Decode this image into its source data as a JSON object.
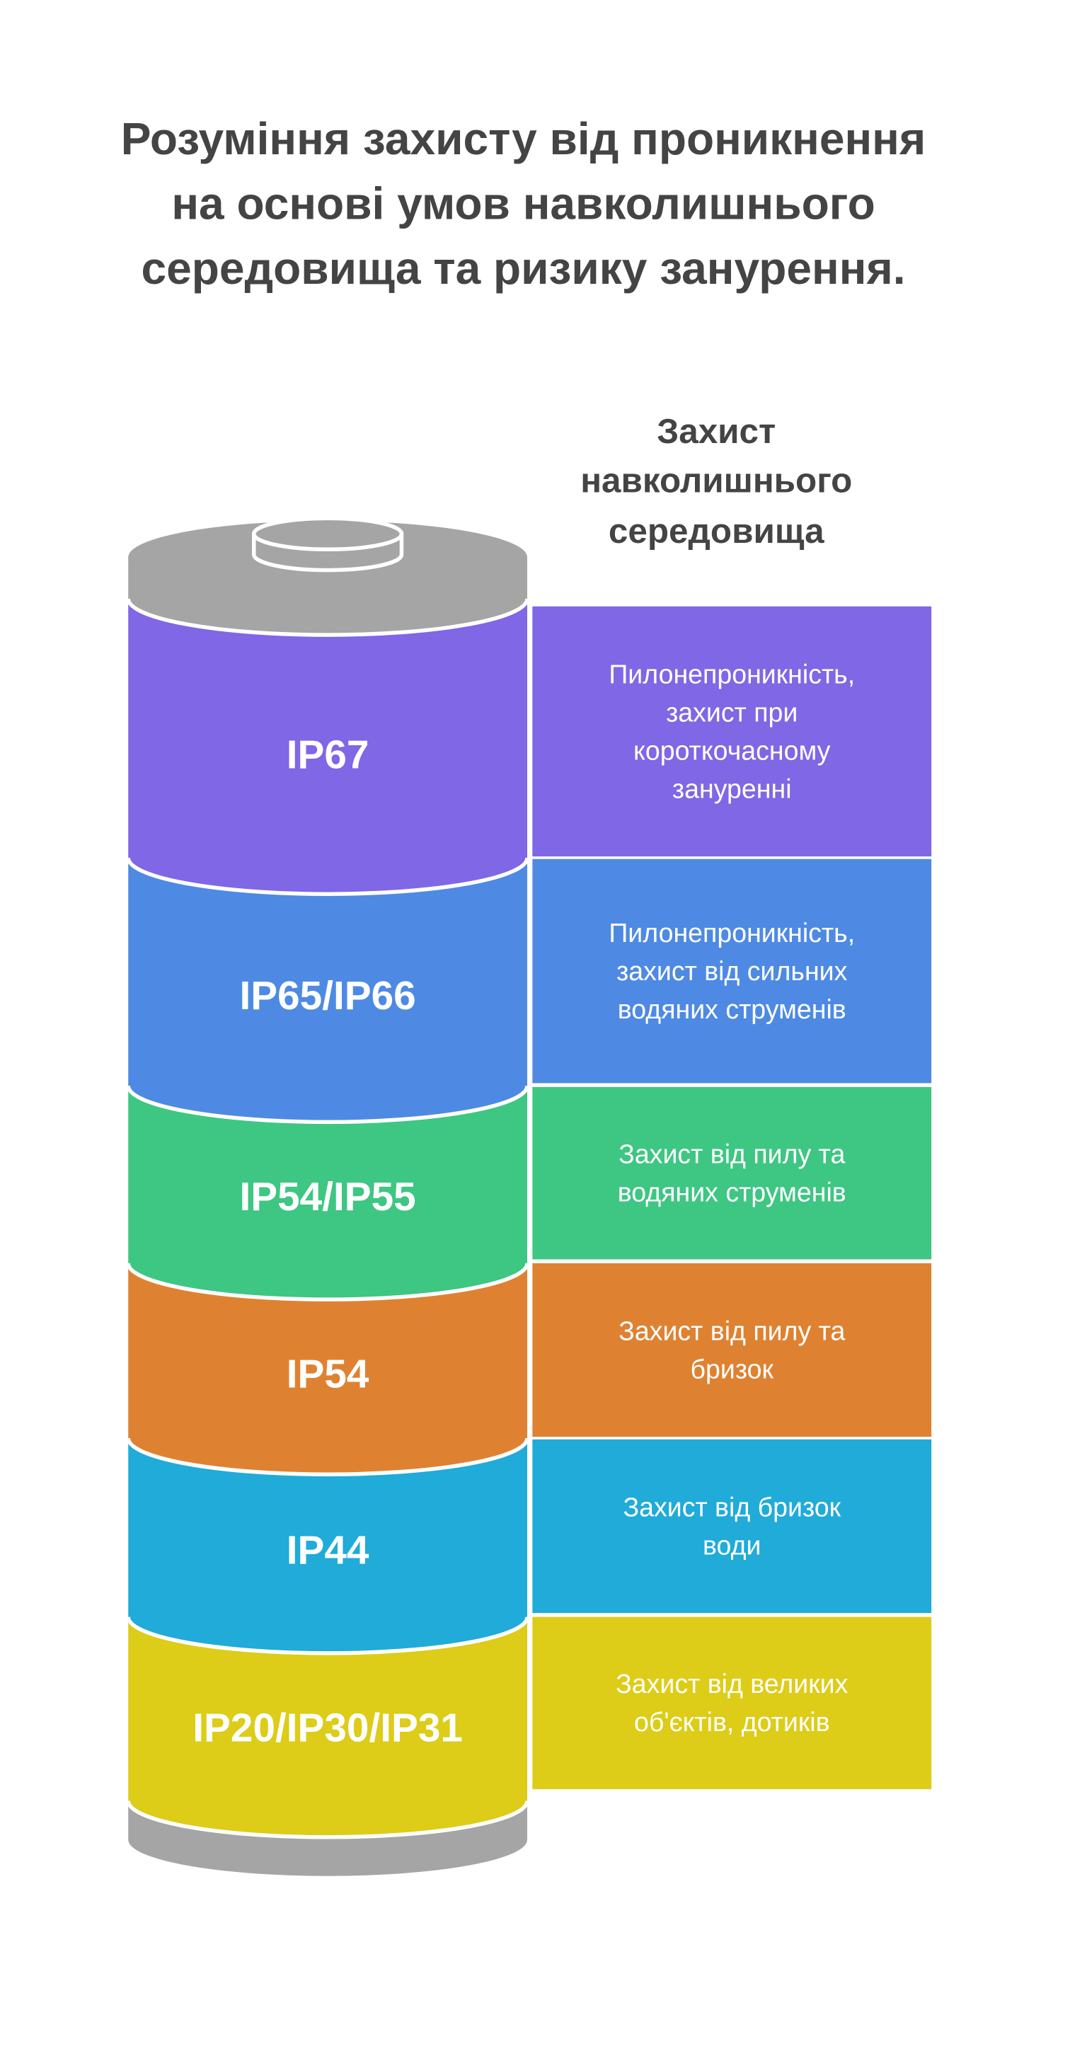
{
  "title": {
    "lines": [
      "Розуміння захисту від проникнення",
      "на основі умов навколишнього",
      "середовища та ризику занурення."
    ]
  },
  "column_header": {
    "lines": [
      "Захист",
      "навколишнього",
      "середовища"
    ]
  },
  "colors": {
    "cap": "#A5A5A5",
    "text_dark": "#444444"
  },
  "levels": [
    {
      "label": "IP67",
      "color": "#7F67E6",
      "description": [
        "Пилонепроникність,",
        "захист при",
        "короткочасному",
        "зануренні"
      ]
    },
    {
      "label": "IP65/IP66",
      "color": "#4E8AE3",
      "description": [
        "Пилонепроникність,",
        "захист від сильних",
        "водяних струменів"
      ]
    },
    {
      "label": "IP54/IP55",
      "color": "#3EC683",
      "description": [
        "Захист від пилу та",
        "водяних струменів"
      ]
    },
    {
      "label": "IP54",
      "color": "#DE8232",
      "description": [
        "Захист від пилу та",
        "бризок"
      ]
    },
    {
      "label": "IP44",
      "color": "#20ABD9",
      "description": [
        "Захист від бризок",
        "води"
      ]
    },
    {
      "label": "IP20/IP30/IP31",
      "color": "#DDCC18",
      "description": [
        "Захист від великих",
        "об'єктів, дотиків"
      ]
    }
  ]
}
